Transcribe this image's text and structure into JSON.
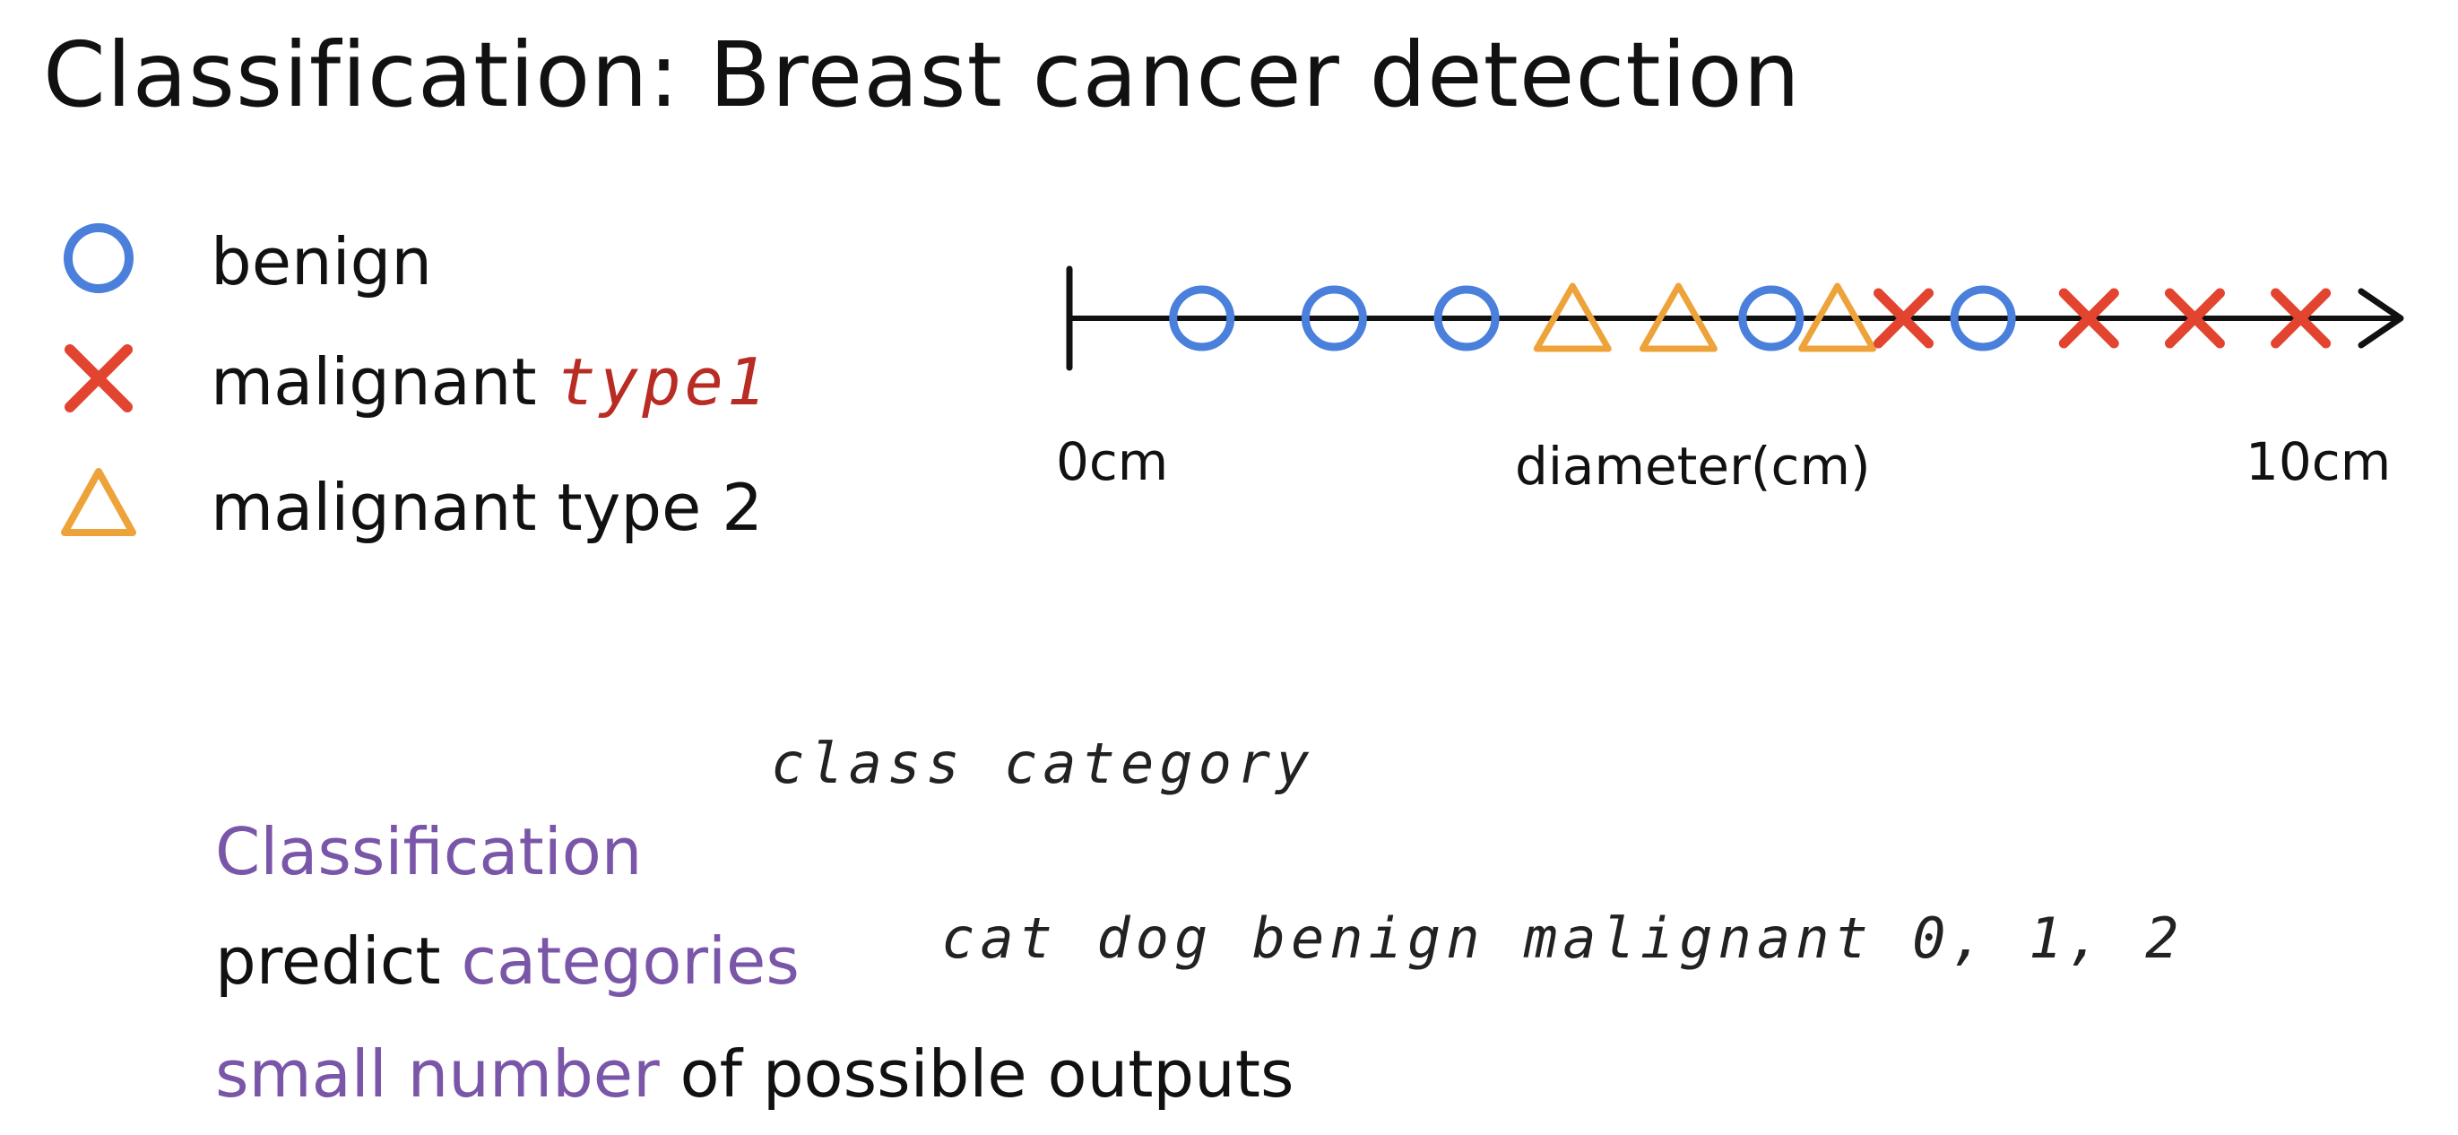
{
  "title": "Classification: Breast cancer detection",
  "legend": [
    {
      "symbol": "circle-icon",
      "text": "benign",
      "annotation": ""
    },
    {
      "symbol": "cross-icon",
      "text": "malignant",
      "annotation": "type1"
    },
    {
      "symbol": "triangle-icon",
      "text": "malignant type 2",
      "annotation": ""
    }
  ],
  "axis": {
    "start_label": "0cm",
    "end_label": "10cm",
    "title": "diameter(cm)"
  },
  "points": [
    {
      "class": "benign",
      "x": 1.0
    },
    {
      "class": "benign",
      "x": 2.0
    },
    {
      "class": "benign",
      "x": 3.0
    },
    {
      "class": "malignant type 2",
      "x": 3.8
    },
    {
      "class": "malignant type 2",
      "x": 4.6
    },
    {
      "class": "benign",
      "x": 5.3
    },
    {
      "class": "malignant type 2",
      "x": 5.8
    },
    {
      "class": "malignant type 1",
      "x": 6.3
    },
    {
      "class": "benign",
      "x": 6.9
    },
    {
      "class": "malignant type 1",
      "x": 7.7
    },
    {
      "class": "malignant type 1",
      "x": 8.5
    },
    {
      "class": "malignant type 1",
      "x": 9.3
    }
  ],
  "colors": {
    "benign": "#4a7fdc",
    "malignant_type1": "#e2442f",
    "malignant_type2": "#eea33a",
    "accent": "#7a56a8"
  },
  "handwritten": {
    "class_category": "class category",
    "examples": "cat dog   benign malignant   0, 1, 2"
  },
  "bottom": {
    "line1": "Classification",
    "line2_prefix": "predict ",
    "line2_accent": "categories",
    "line3_accent": "small number",
    "line3_suffix": " of possible outputs"
  }
}
